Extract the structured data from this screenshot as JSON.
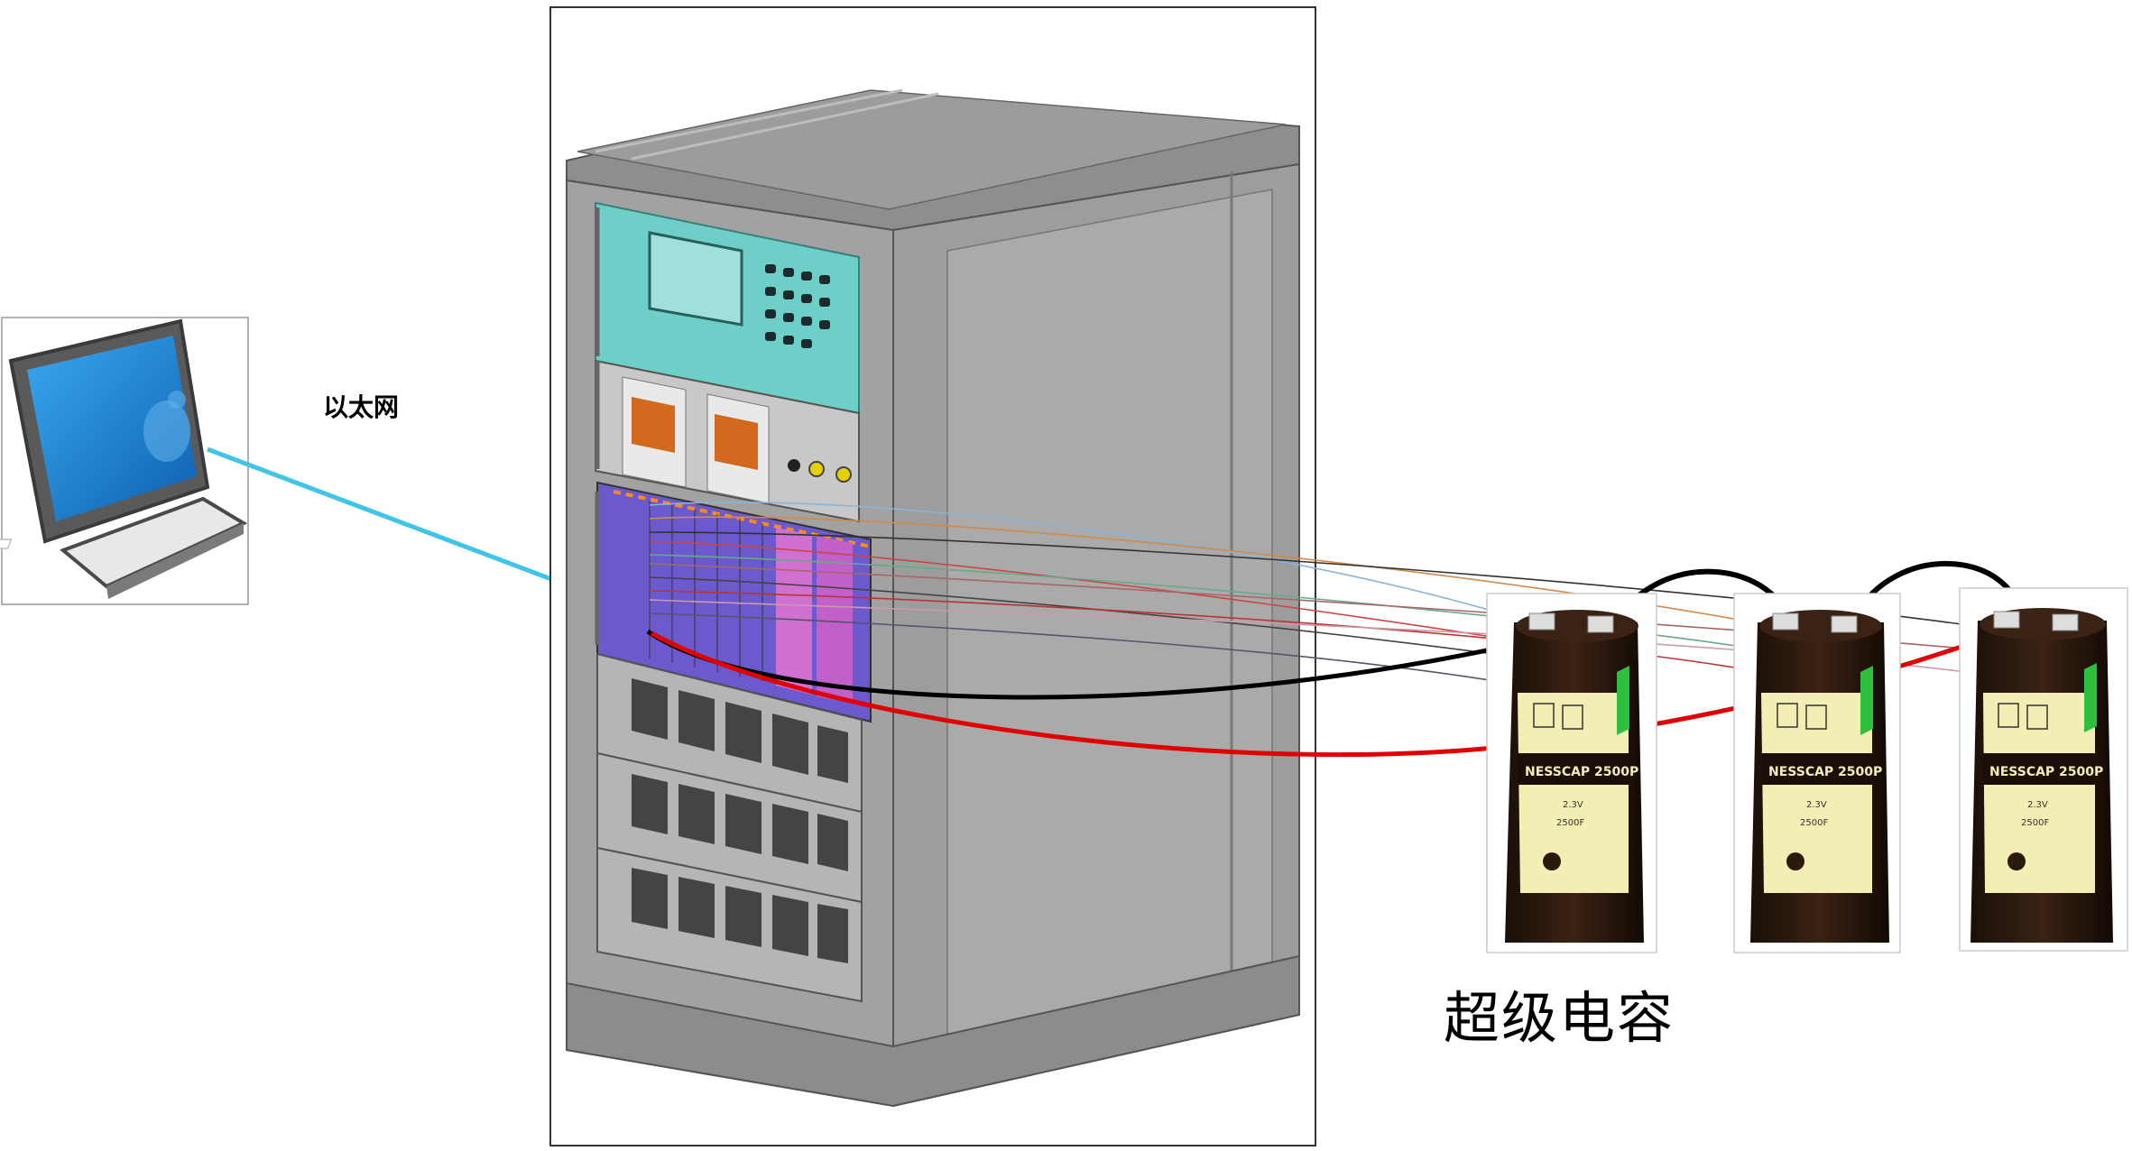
{
  "labels": {
    "ethernet": "以太网",
    "supercapacitor": "超级电容"
  },
  "capacitor": {
    "model": "NESSCAP 2500P",
    "voltage": "2.3V",
    "capacitance": "2500F",
    "count": 3
  },
  "icons": {
    "computer": "computer-terminal-icon",
    "cabinet": "test-equipment-cabinet",
    "capacitor": "supercapacitor-cell"
  },
  "colors": {
    "ethernet_cable": "#40c4e8",
    "positive_lead": "#e00000",
    "negative_lead": "#000000",
    "screen_blue": "#1e88d8",
    "cabinet_gray": "#9a9a9a",
    "control_panel": "#6ecfc8",
    "module_purple": "#6a5acd"
  }
}
